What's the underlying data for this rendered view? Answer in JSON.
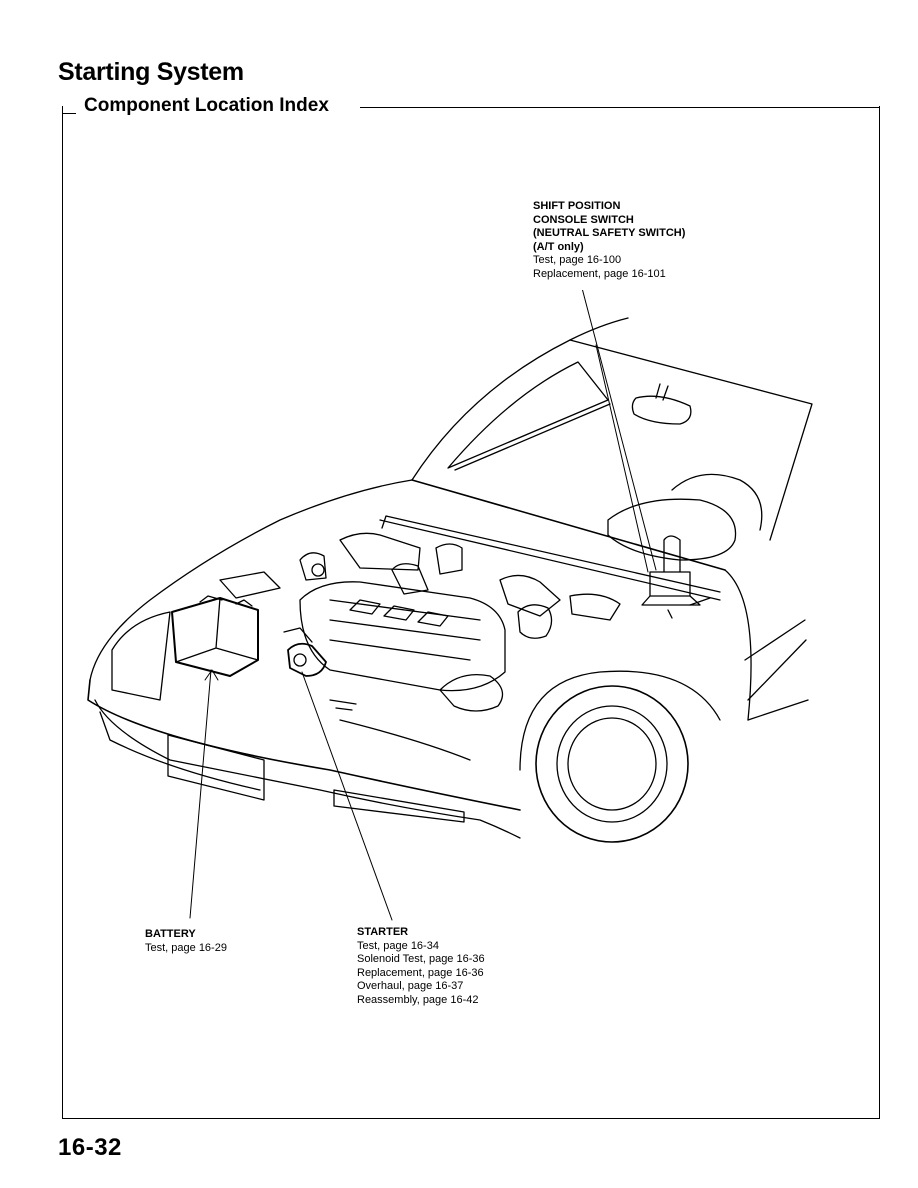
{
  "page": {
    "title": "Starting System",
    "section_heading": "Component Location Index",
    "page_number": "16-32"
  },
  "callouts": {
    "shift_switch": {
      "heading_lines": [
        "SHIFT POSITION",
        "CONSOLE SWITCH",
        "(NEUTRAL SAFETY SWITCH)",
        "(A/T only)"
      ],
      "lines": [
        "Test, page 16-100",
        "Replacement, page 16-101"
      ]
    },
    "battery": {
      "heading": "BATTERY",
      "lines": [
        "Test, page 16-29"
      ]
    },
    "starter": {
      "heading": "STARTER",
      "lines": [
        "Test, page 16-34",
        "Solenoid Test, page 16-36",
        "Replacement, page 16-36",
        "Overhaul, page 16-37",
        "Reassembly, page 16-42"
      ]
    }
  }
}
